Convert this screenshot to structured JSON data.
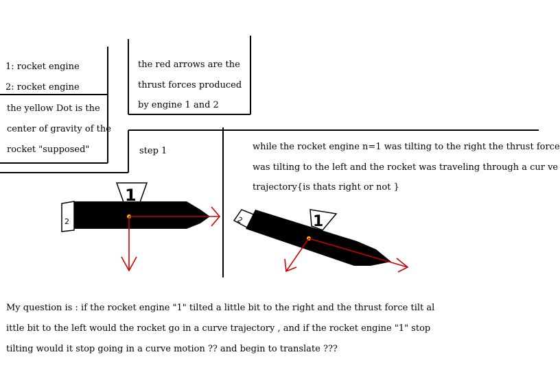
{
  "legend_box": {
    "line1": "1: rocket engine",
    "line2": "2: rocket engine",
    "line3": "the yellow Dot is the",
    "line4": "center of gravity of the",
    "line5": "rocket \"supposed\""
  },
  "arrows_box": {
    "line1": "the red arrows are the",
    "line2": "thrust forces produced",
    "line3": "by engine 1 and 2"
  },
  "step_label": "step 1",
  "description": {
    "line1": "while the rocket engine n=1 was tilting to the right the thrust force",
    "line2": "was tilting to the left and the rocket was traveling through a cur ve",
    "line3": "trajectory{is thats right or not }"
  },
  "question": {
    "line1": "My question is : if the rocket engine \"1\" tilted a little bit to the right and the thrust force tilt al",
    "line2": "ittle bit to the left would the rocket go in a curve trajectory , and if the rocket engine \"1\" stop",
    "line3": "tilting would it stop going in a curve motion ?? and begin to translate ???"
  },
  "engine_labels": {
    "left_top": "1",
    "left_back": "2",
    "right_top": "1",
    "right_back": "2"
  },
  "colors": {
    "arrow": "#cc0000",
    "rocket": "#000000",
    "cog": "#f2c200",
    "line": "#000000"
  }
}
